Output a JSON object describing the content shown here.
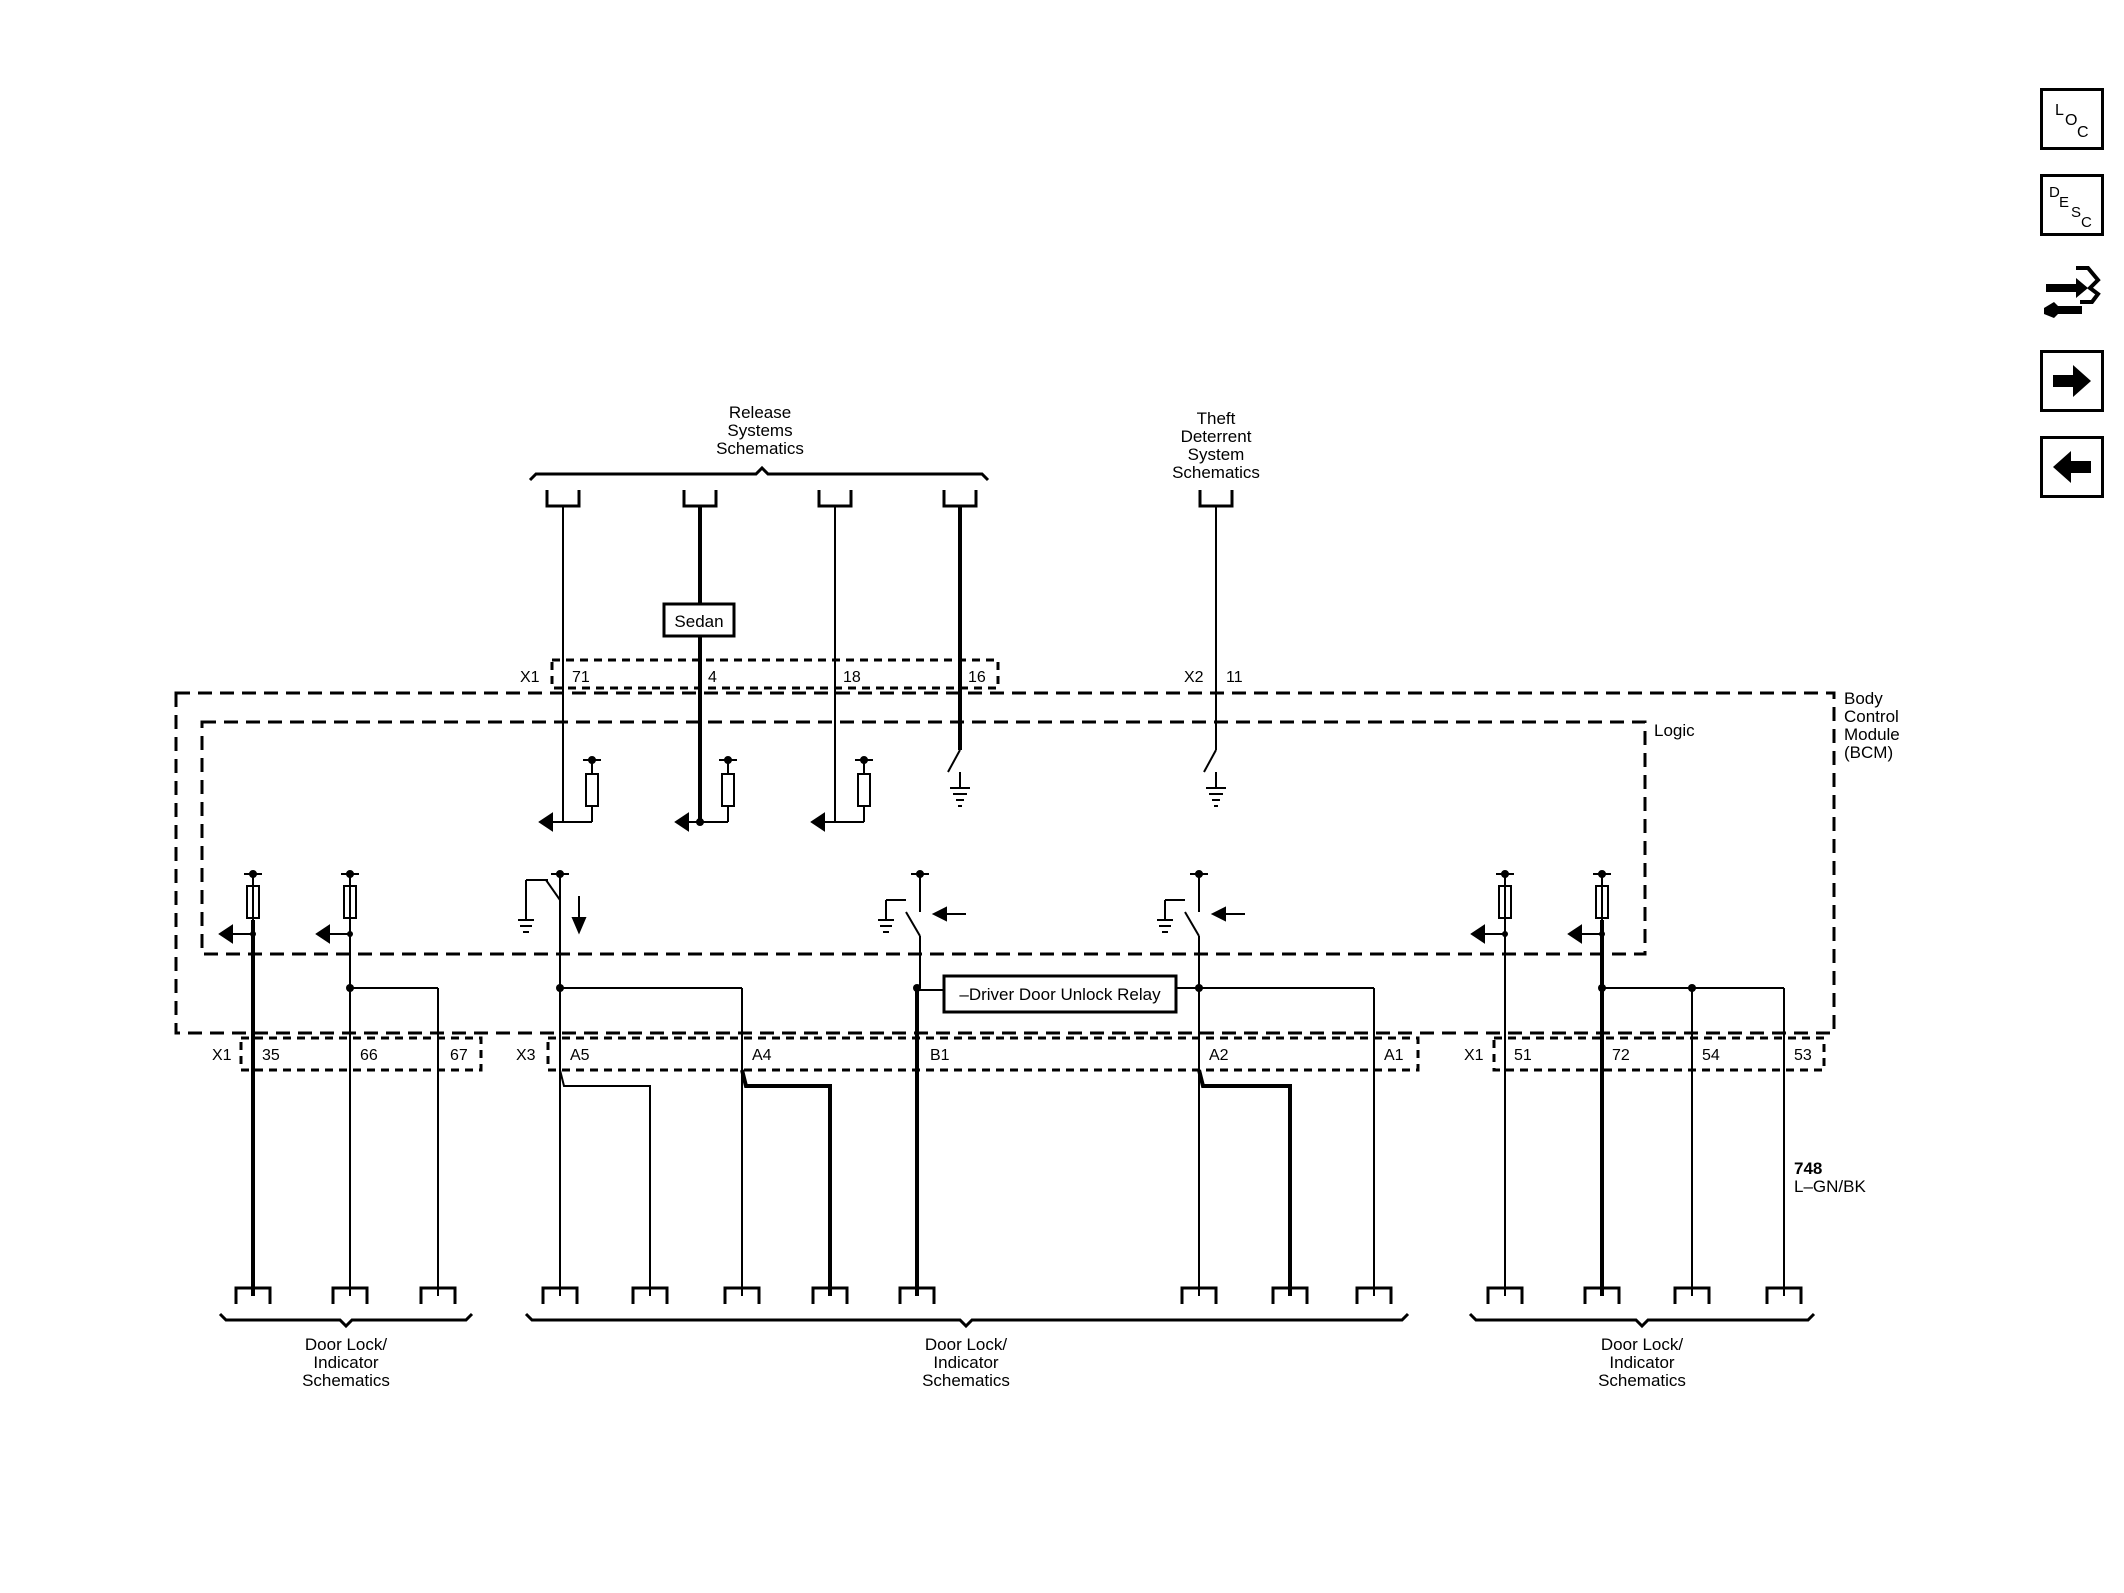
{
  "toolbar": {
    "loc": {
      "c1": "L",
      "c2": "O",
      "c3": "C"
    },
    "desc": {
      "c1": "D",
      "c2": "E",
      "c3": "S",
      "c4": "C"
    },
    "connector_icon": "connector-wrench-icon",
    "next_icon": "arrow-right-icon",
    "prev_icon": "arrow-left-icon"
  },
  "top": {
    "release": {
      "line1": "Release",
      "line2": "Systems",
      "line3": "Schematics"
    },
    "theft": {
      "line1": "Theft",
      "line2": "Deterrent",
      "line3": "System",
      "line4": "Schematics"
    },
    "sedan": "Sedan"
  },
  "module": {
    "name": {
      "line1": "Body",
      "line2": "Control",
      "line3": "Module",
      "line4": "(BCM)"
    },
    "logic": "Logic",
    "relay": "–Driver Door Unlock Relay"
  },
  "connectors": {
    "top_x1": {
      "name": "X1",
      "pins": [
        "71",
        "4",
        "18",
        "16"
      ]
    },
    "top_x2": {
      "name": "X2",
      "pins": [
        "11"
      ]
    },
    "left_x1": {
      "name": "X1",
      "pins": [
        "35",
        "66",
        "67"
      ]
    },
    "mid_x3": {
      "name": "X3",
      "pins": [
        "A5",
        "A4",
        "B1",
        "A2",
        "A1"
      ]
    },
    "right_x1": {
      "name": "X1",
      "pins": [
        "51",
        "72",
        "54",
        "53"
      ]
    }
  },
  "wire": {
    "circuit": "748",
    "color": "L–GN/BK"
  },
  "bottom": {
    "left": {
      "line1": "Door Lock/",
      "line2": "Indicator",
      "line3": "Schematics"
    },
    "center": {
      "line1": "Door Lock/",
      "line2": "Indicator",
      "line3": "Schematics"
    },
    "right": {
      "line1": "Door Lock/",
      "line2": "Indicator",
      "line3": "Schematics"
    }
  }
}
